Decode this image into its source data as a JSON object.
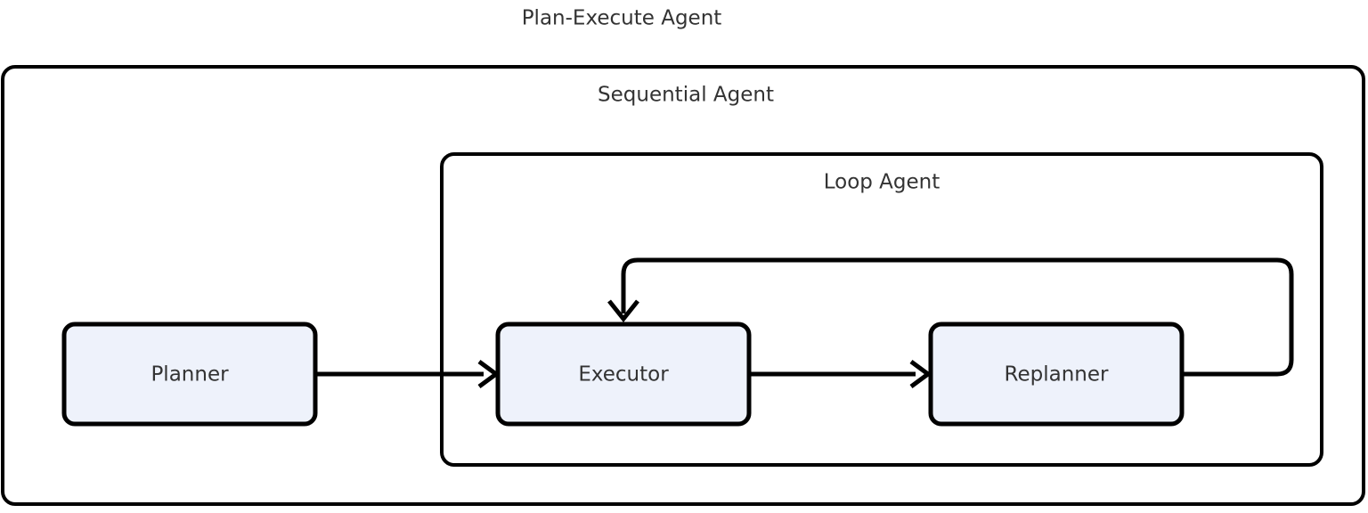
{
  "diagram": {
    "title": "Plan-Execute Agent",
    "type": "flowchart",
    "background_color": "#ffffff",
    "stroke_color": "#000000",
    "text_color": "#333333",
    "node_fill_color": "#eef2fb",
    "clusters": [
      {
        "id": "sequential-agent",
        "label": "Sequential Agent",
        "contains": [
          "planner",
          "loop-agent"
        ]
      },
      {
        "id": "loop-agent",
        "label": "Loop Agent",
        "contains": [
          "executor",
          "replanner"
        ]
      }
    ],
    "nodes": [
      {
        "id": "planner",
        "label": "Planner"
      },
      {
        "id": "executor",
        "label": "Executor"
      },
      {
        "id": "replanner",
        "label": "Replanner"
      }
    ],
    "edges": [
      {
        "id": "planner-to-executor",
        "from": "Planner",
        "to": "Executor",
        "label": "",
        "style": "straight-arrow"
      },
      {
        "id": "executor-to-replanner",
        "from": "Executor",
        "to": "Replanner",
        "label": "",
        "style": "straight-arrow"
      },
      {
        "id": "replanner-to-executor",
        "from": "Replanner",
        "to": "Executor",
        "label": "",
        "style": "feedback-loop-arrow"
      }
    ]
  }
}
